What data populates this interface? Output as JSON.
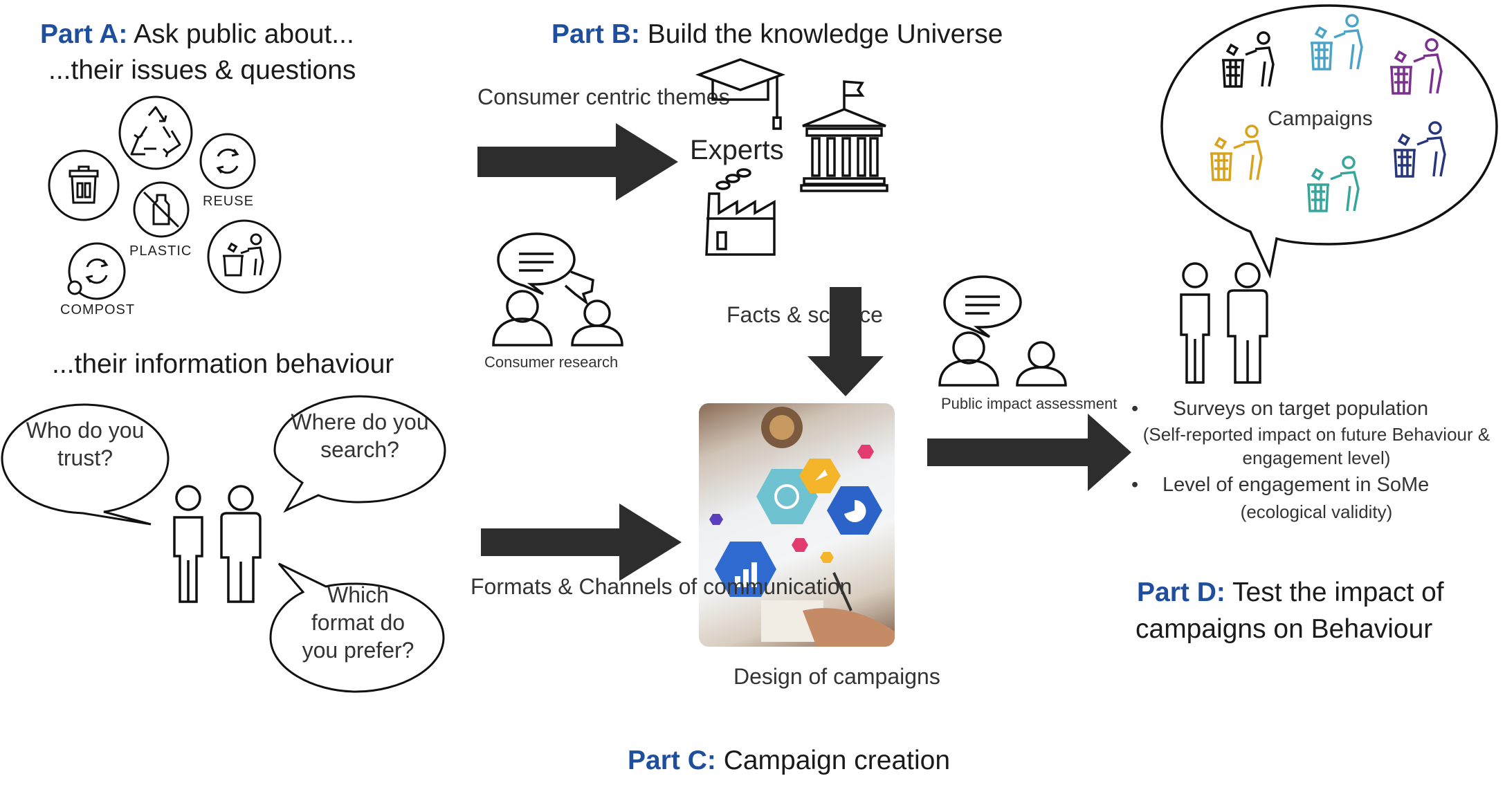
{
  "partA": {
    "tag": "Part A:",
    "title": "Ask public about...",
    "line2": "...their issues & questions",
    "info_behaviour": "...their information behaviour",
    "icons": {
      "reuse": "REUSE",
      "plastic": "PLASTIC",
      "compost": "COMPOST"
    },
    "questions": [
      "Who do you trust?",
      "Where do you search?",
      "Which format do you prefer?"
    ]
  },
  "partB": {
    "tag": "Part B:",
    "title": "Build the knowledge Universe",
    "arrow_label": "Consumer centric themes",
    "experts": "Experts",
    "consumer_research": "Consumer  research",
    "facts": "Facts & science"
  },
  "partC": {
    "tag": "Part C:",
    "title": "Campaign creation",
    "formats": "Formats & Channels of communication",
    "design": "Design of campaigns"
  },
  "partD": {
    "tag": "Part D:",
    "title_line1": "Test the impact of",
    "title_line2": "campaigns on Behaviour",
    "assessment": "Public impact assessment",
    "campaigns": "Campaigns",
    "bullet1": "Surveys on target population",
    "bullet1_sub": "(Self-reported impact on future Behaviour & engagement level)",
    "bullet2": "Level of engagement in SoMe",
    "bullet2_sub": "(ecological validity)"
  },
  "colors": {
    "accent": "#1f4e9c",
    "arrow": "#2d2d2d"
  }
}
